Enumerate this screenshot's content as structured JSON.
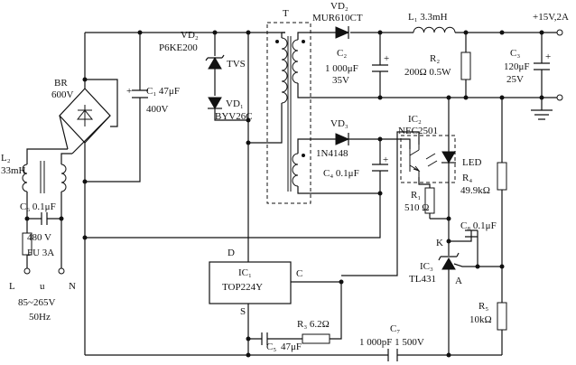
{
  "labels": {
    "out_voltage": "+15V,2A",
    "T": "T",
    "VD2_name": "VD₂",
    "VD2_part": "MUR610CT",
    "L1": "L₁ 3.3mH",
    "VDZ_name": "VD₂",
    "VDZ_part": "P6KE200",
    "TVS": "TVS",
    "VD1_name": "VD₁",
    "VD1_part": "BYV26C",
    "BR_name": "BR",
    "BR_volt": "600V",
    "C1_a": "C₁ 47μF",
    "C1_b": "400V",
    "C2_name": "C₂",
    "C2_a": "1 000μF",
    "C2_b": "35V",
    "R2": "R₂",
    "R2_val": "200Ω 0.5W",
    "C3_name": "C₃",
    "C3_a": "120μF",
    "C3_b": "25V",
    "VD3_name": "VD₃",
    "VD3_part": "1N4148",
    "IC2_name": "IC₂",
    "IC2_part": "NEC2501",
    "LED": "LED",
    "C4": "C₄ 0.1μF",
    "R4_name": "R₄",
    "R4_val": "49.9kΩ",
    "R1_name": "R₁",
    "R1_val": "510 Ω",
    "C8": "C₈ 0.1μF",
    "K": "K",
    "L2_name": "L₂",
    "L2_val": "33mH",
    "C6": "C₆ 0.1μF",
    "V480": "480 V",
    "FU": "FU 3A",
    "D": "D",
    "IC1_name": "IC₁",
    "IC1_part": "TOP224Y",
    "Cpin": "C",
    "IC3_name": "IC₃",
    "IC3_part": "TL431",
    "A": "A",
    "L": "L",
    "u": "u",
    "N": "N",
    "in_range": "85~265V",
    "in_freq": "50Hz",
    "S": "S",
    "R3": "R₃ 6.2Ω",
    "R5_name": "R₅",
    "R5_val": "10kΩ",
    "C5_name": "C₅",
    "C5_val": "47μF",
    "C7_name": "C₇",
    "C7_val": "1 000pF 1 500V",
    "plus": "+"
  }
}
